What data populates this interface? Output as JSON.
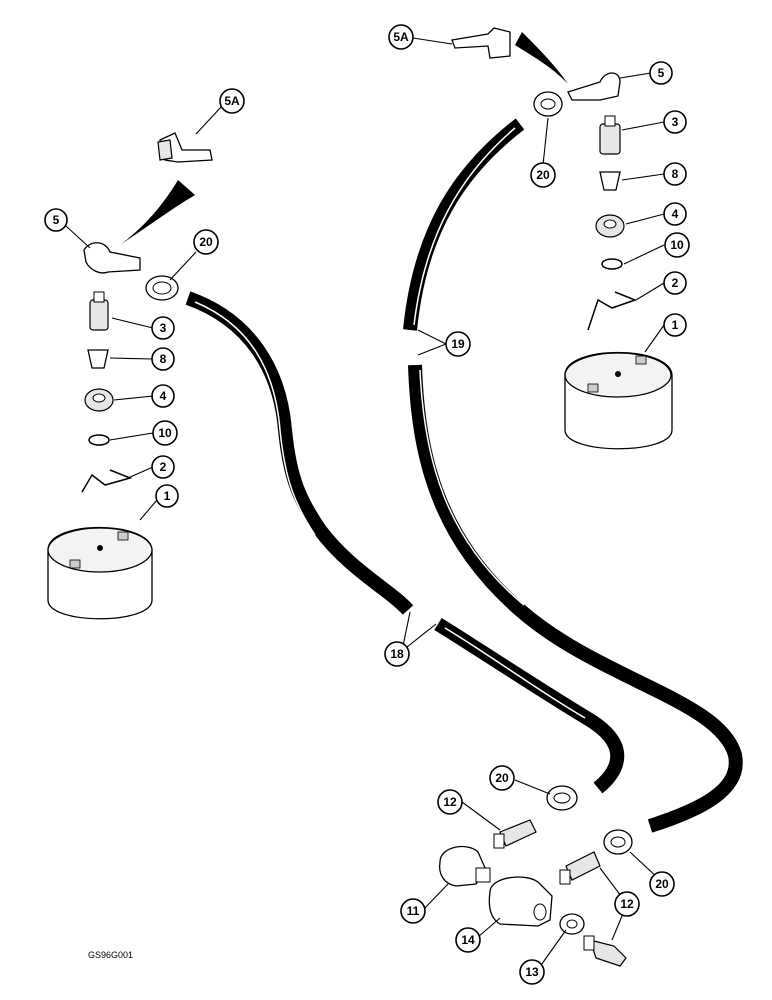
{
  "diagram": {
    "reference_code": "GS96G001",
    "callouts": {
      "left_5a": "5A",
      "left_5": "5",
      "left_20": "20",
      "left_3": "3",
      "left_8": "8",
      "left_4": "4",
      "left_10": "10",
      "left_2": "2",
      "left_1": "1",
      "right_5a": "5A",
      "right_5": "5",
      "right_20": "20",
      "right_3": "3",
      "right_8": "8",
      "right_4": "4",
      "right_10": "10",
      "right_2": "2",
      "right_1": "1",
      "hose_19": "19",
      "hose_18": "18",
      "bottom_20a": "20",
      "bottom_20b": "20",
      "bottom_12a": "12",
      "bottom_12b": "12",
      "bottom_11": "11",
      "bottom_14": "14",
      "bottom_13": "13"
    }
  }
}
